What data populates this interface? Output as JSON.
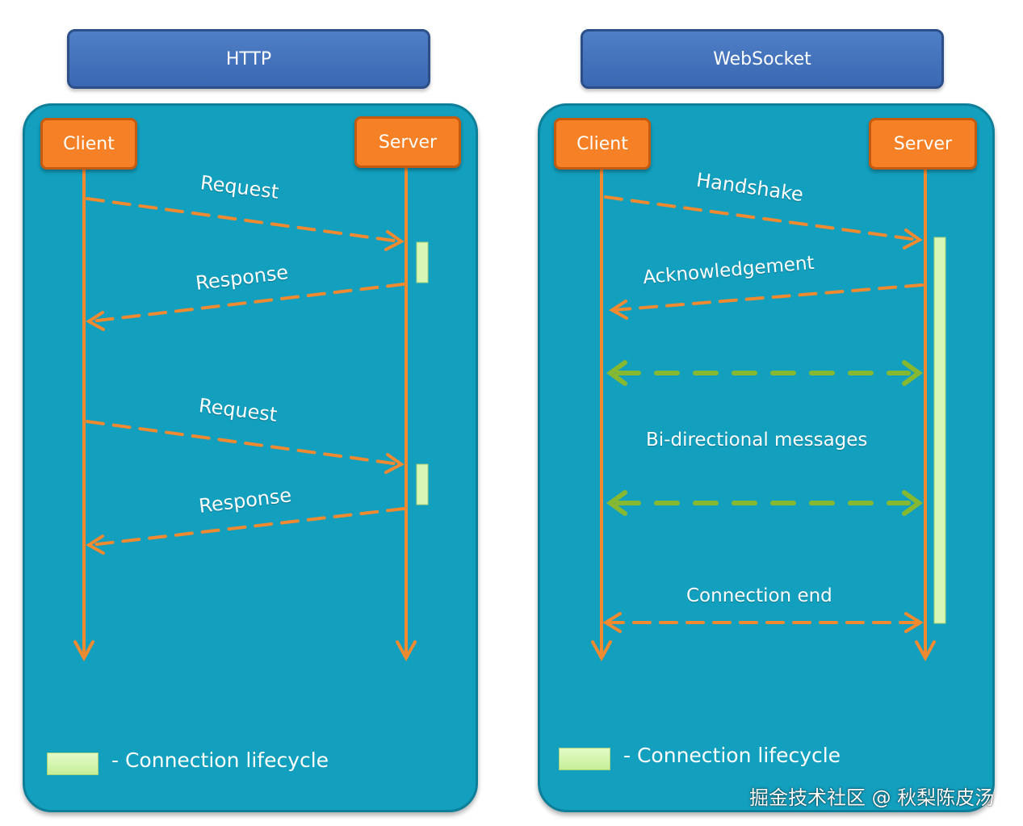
{
  "http": {
    "title": "HTTP",
    "client": "Client",
    "server": "Server",
    "messages": [
      {
        "label": "Request",
        "direction": "to-server"
      },
      {
        "label": "Response",
        "direction": "to-client"
      },
      {
        "label": "Request",
        "direction": "to-server"
      },
      {
        "label": "Response",
        "direction": "to-client"
      }
    ],
    "legend": "- Connection lifecycle"
  },
  "websocket": {
    "title": "WebSocket",
    "client": "Client",
    "server": "Server",
    "handshake": "Handshake",
    "acknowledgement": "Acknowledgement",
    "bidirectional": "Bi-directional messages",
    "connection_end": "Connection end",
    "legend": "- Connection lifecycle"
  },
  "watermark": "掘金技术社区 @ 秋梨陈皮汤",
  "colors": {
    "panel": "#139fbe",
    "title_box": "#3f6fbd",
    "node": "#f58025",
    "arrow_orange": "#f08a30",
    "arrow_green": "#86b832",
    "lifecycle": "#d8f7b4"
  }
}
